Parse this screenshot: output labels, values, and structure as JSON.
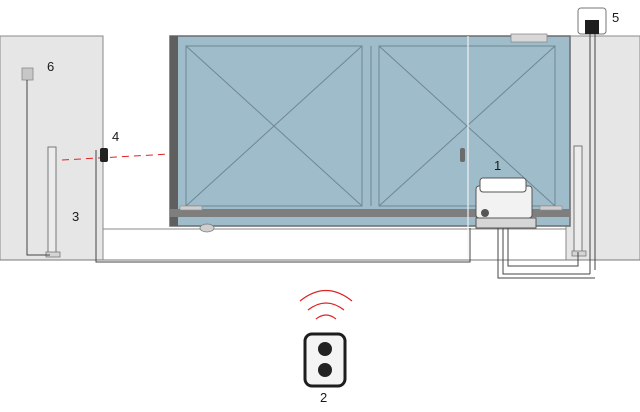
{
  "callouts": {
    "motor": "1",
    "remote": "2",
    "photocell_post": "3",
    "photocell": "4",
    "control_unit": "5",
    "key_selector": "6"
  },
  "colors": {
    "wall": "#e6e6e6",
    "gate_panel": "#9fbccb",
    "frame": "#6c6c6c",
    "beam": "#e02424",
    "line": "#444444"
  }
}
